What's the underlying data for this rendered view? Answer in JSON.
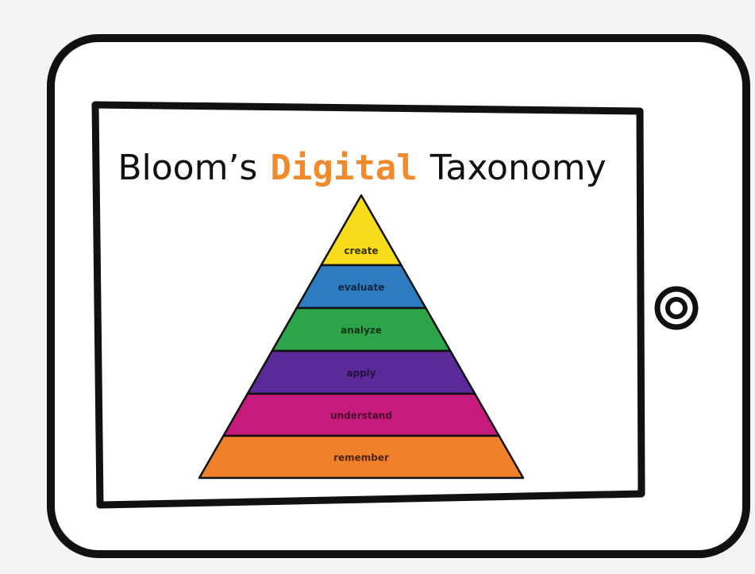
{
  "title": {
    "prefix": "Bloom’s",
    "highlight": "Digital",
    "suffix": "Taxonomy"
  },
  "pyramid": {
    "levels": [
      {
        "label": "create",
        "color": "#f6dc1a",
        "text_color": "#3a3100"
      },
      {
        "label": "evaluate",
        "color": "#2f7bc0",
        "text_color": "#0b2742"
      },
      {
        "label": "analyze",
        "color": "#2ea44a",
        "text_color": "#0d3517"
      },
      {
        "label": "apply",
        "color": "#5b2a98",
        "text_color": "#241042"
      },
      {
        "label": "understand",
        "color": "#c61b7c",
        "text_color": "#4a0a2d"
      },
      {
        "label": "remember",
        "color": "#f0802a",
        "text_color": "#4f2500"
      }
    ]
  },
  "colors": {
    "accent": "#f08a2c",
    "outline": "#111111",
    "screen": "#ffffff",
    "background": "#f4f4f4"
  },
  "icons": {
    "home_button": "home-button-icon"
  }
}
